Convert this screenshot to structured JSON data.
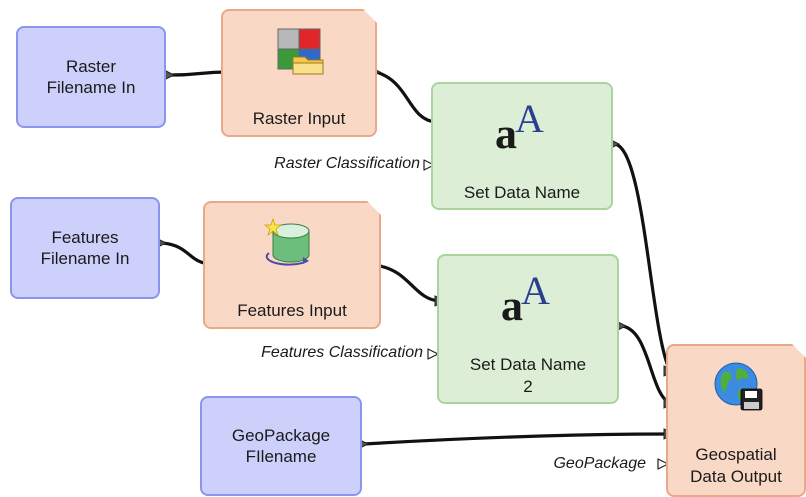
{
  "nodes": {
    "raster_filename_in": {
      "label_1": "Raster",
      "label_2": "Filename In"
    },
    "features_filename_in": {
      "label_1": "Features",
      "label_2": "Filename In"
    },
    "geopackage_filename": {
      "label_1": "GeoPackage",
      "label_2": "FIlename"
    },
    "raster_input": {
      "label": "Raster Input",
      "icon": "raster-folder-icon"
    },
    "features_input": {
      "label": "Features Input",
      "icon": "features-cylinder-icon"
    },
    "set_data_name": {
      "label": "Set Data Name",
      "icon": "text-a-icon"
    },
    "set_data_name_2": {
      "label_1": "Set Data Name",
      "label_2": "2",
      "icon": "text-a-icon"
    },
    "geospatial_data_output": {
      "label_1": "Geospatial",
      "label_2": "Data Output",
      "icon": "globe-save-icon"
    }
  },
  "params": {
    "raster_classification": "Raster Classification",
    "features_classification": "Features Classification",
    "geopackage": "GeoPackage"
  },
  "colors": {
    "input_fill": "#cdd0fb",
    "input_border": "#8c95ec",
    "tool_fill": "#fad8c6",
    "tool_border": "#e9a889",
    "process_fill": "#dcefd6",
    "process_border": "#a9d49d",
    "connector": "#111111",
    "port": "#555555"
  }
}
